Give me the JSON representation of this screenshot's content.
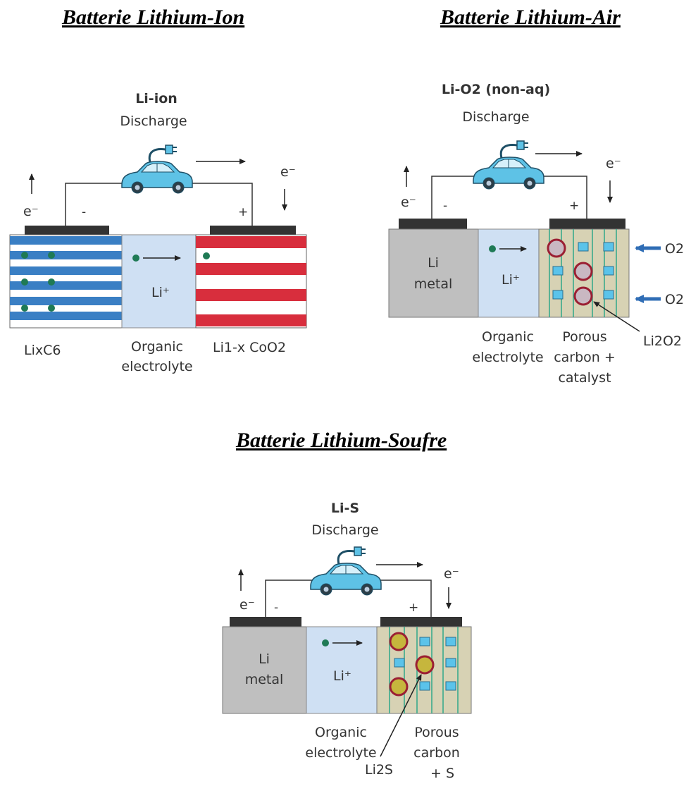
{
  "headings": {
    "li_ion": "Batterie Lithium-Ion",
    "li_air": "Batterie Lithium-Air",
    "li_s": "Batterie Lithium-Soufre"
  },
  "li_ion": {
    "title": "Li-ion",
    "mode": "Discharge",
    "electron_left": "e⁻",
    "electron_right": "e⁻",
    "minus": "-",
    "plus": "+",
    "ion": "Li⁺",
    "anode_label": "LixC6",
    "electrolyte_label_1": "Organic",
    "electrolyte_label_2": "electrolyte",
    "cathode_label": "Li1-x CoO2"
  },
  "li_air": {
    "title": "Li-O2 (non-aq)",
    "mode": "Discharge",
    "electron_left": "e⁻",
    "electron_right": "e⁻",
    "minus": "-",
    "plus": "+",
    "anode_1": "Li",
    "anode_2": "metal",
    "ion": "Li⁺",
    "electrolyte_label_1": "Organic",
    "electrolyte_label_2": "electrolyte",
    "cathode_label_1": "Porous",
    "cathode_label_2": "carbon +",
    "cathode_label_3": "catalyst",
    "product": "Li2O2",
    "gas_1": "O2",
    "gas_2": "O2"
  },
  "li_s": {
    "title": "Li-S",
    "mode": "Discharge",
    "electron_left": "e⁻",
    "electron_right": "e⁻",
    "minus": "-",
    "plus": "+",
    "anode_1": "Li",
    "anode_2": "metal",
    "ion": "Li⁺",
    "electrolyte_label_1": "Organic",
    "electrolyte_label_2": "electrolyte",
    "cathode_label_1": "Porous",
    "cathode_label_2": "carbon",
    "cathode_label_3": "+ S",
    "product": "Li2S"
  },
  "colors": {
    "anode_blue": "#3a7fc4",
    "cathode_red": "#d82e3d",
    "electrolyte": "#cfe0f3",
    "li_metal": "#bfbfbf",
    "carbon": "#d7d2b4",
    "carbon_line": "#2fa88a",
    "li_dot": "#1f7a55",
    "li2o2_fill": "#c9b8c2",
    "li2s_fill": "#c6b63d",
    "particle_ring": "#9b1f33",
    "pore": "#5bc3ea",
    "o2_arrow": "#2f6db5",
    "car": "#5ec2e6"
  }
}
